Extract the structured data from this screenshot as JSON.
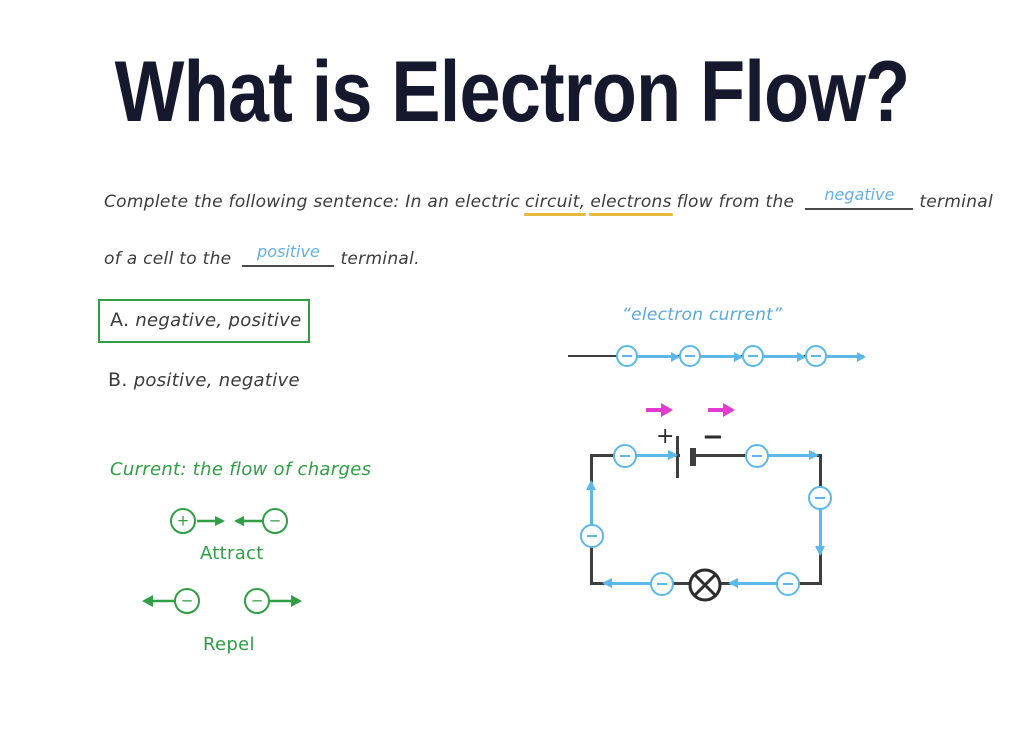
{
  "title": "What is Electron Flow?",
  "question": {
    "line1": {
      "prefix": "Complete the following sentence: In an electric",
      "highlight1": "circuit,",
      "mid1": "",
      "highlight2": "electrons",
      "mid2": "flow from the",
      "blank_answer": "negative",
      "suffix": "terminal"
    },
    "line2": {
      "prefix": "of a cell to the",
      "blank_answer": "positive",
      "suffix": "terminal."
    }
  },
  "options": [
    {
      "letter": "A.",
      "text": "negative, positive",
      "selected": true
    },
    {
      "letter": "B.",
      "text": "positive, negative",
      "selected": false
    }
  ],
  "current_note": {
    "heading": "Current: the flow of charges",
    "attract": {
      "label": "Attract",
      "left_charge": "+",
      "right_charge": "−"
    },
    "repel": {
      "label": "Repel",
      "left_charge": "−",
      "right_charge": "−"
    }
  },
  "electron_current": {
    "label": "“electron current”",
    "electron_symbol": "−",
    "electron_count": 4,
    "direction": "right"
  },
  "circuit": {
    "battery": {
      "positive_label": "+",
      "negative_label": "−"
    },
    "lamp_name": "lamp",
    "electron_symbol": "−",
    "conventional_arrow_count": 2,
    "electron_count": 6
  },
  "colors": {
    "title": "#16182e",
    "ink": "#3b3b3b",
    "blue": "#5bb8e8",
    "blue_text": "#5ba8dc",
    "green": "#2f9e45",
    "highlight": "#e8b93f",
    "magenta": "#e23bd0",
    "wire": "#3f3f3f"
  }
}
